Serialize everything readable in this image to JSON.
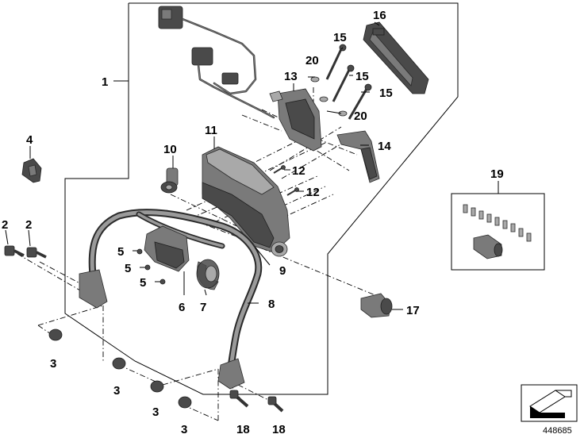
{
  "diagram": {
    "document_number": "448685",
    "callouts": [
      {
        "id": "1",
        "label": "1"
      },
      {
        "id": "2a",
        "label": "2"
      },
      {
        "id": "2b",
        "label": "2"
      },
      {
        "id": "3a",
        "label": "3"
      },
      {
        "id": "3b",
        "label": "3"
      },
      {
        "id": "3c",
        "label": "3"
      },
      {
        "id": "3d",
        "label": "3"
      },
      {
        "id": "4",
        "label": "4"
      },
      {
        "id": "5a",
        "label": "5"
      },
      {
        "id": "5b",
        "label": "5"
      },
      {
        "id": "5c",
        "label": "5"
      },
      {
        "id": "6",
        "label": "6"
      },
      {
        "id": "7",
        "label": "7"
      },
      {
        "id": "8",
        "label": "8"
      },
      {
        "id": "9",
        "label": "9"
      },
      {
        "id": "10",
        "label": "10"
      },
      {
        "id": "11",
        "label": "11"
      },
      {
        "id": "12a",
        "label": "12"
      },
      {
        "id": "12b",
        "label": "12"
      },
      {
        "id": "13",
        "label": "13"
      },
      {
        "id": "14",
        "label": "14"
      },
      {
        "id": "15a",
        "label": "15"
      },
      {
        "id": "15b",
        "label": "15"
      },
      {
        "id": "15c",
        "label": "15"
      },
      {
        "id": "16",
        "label": "16"
      },
      {
        "id": "17",
        "label": "17"
      },
      {
        "id": "18a",
        "label": "18"
      },
      {
        "id": "18b",
        "label": "18"
      },
      {
        "id": "19",
        "label": "19"
      },
      {
        "id": "20a",
        "label": "20"
      },
      {
        "id": "20b",
        "label": "20"
      }
    ]
  }
}
